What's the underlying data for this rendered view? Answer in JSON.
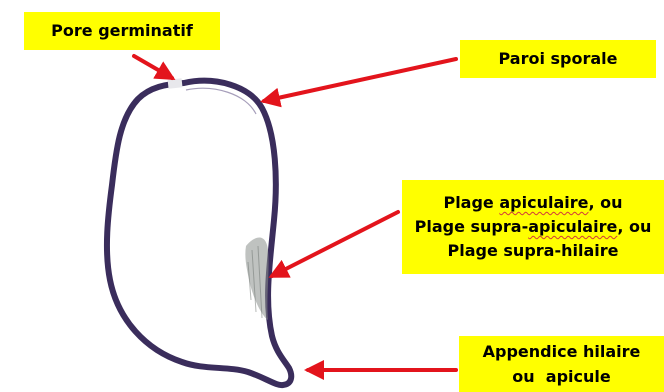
{
  "colors": {
    "label_background": "#ffff00",
    "arrow": "#e3141c",
    "spore_wall": "#3a2d5c",
    "hilar_patch": "#8a8f8c",
    "germ_pore": "#e8e8ec"
  },
  "labels": {
    "pore": "Pore germinatif",
    "paroi": "Paroi sporale",
    "plage": {
      "line1_pre": "Plage ",
      "line1_key": "apiculaire",
      "line1_post": ", ou",
      "line2_pre": "Plage supra-",
      "line2_key": "apiculaire",
      "line2_post": ", ou",
      "line3": "Plage supra-hilaire"
    },
    "appendice": {
      "line1": "Appendice hilaire",
      "line2": "ou  apicule"
    }
  }
}
